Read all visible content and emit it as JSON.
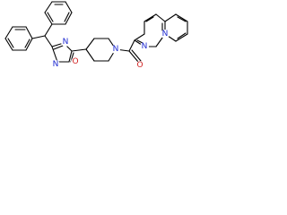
{
  "diagram": {
    "type": "chemical-structure",
    "atom_labels": {
      "oxadiazole_o": "O",
      "oxadiazole_n_top": "N",
      "oxadiazole_n_left": "N",
      "piperidine_n": "N",
      "carbonyl_o": "O",
      "quinoxaline_n_top": "N",
      "quinoxaline_n_bottom": "N"
    },
    "colors": {
      "bond": "#000000",
      "nitrogen": "#1f2bd1",
      "oxygen": "#d11f1f",
      "background": "#ffffff"
    }
  }
}
